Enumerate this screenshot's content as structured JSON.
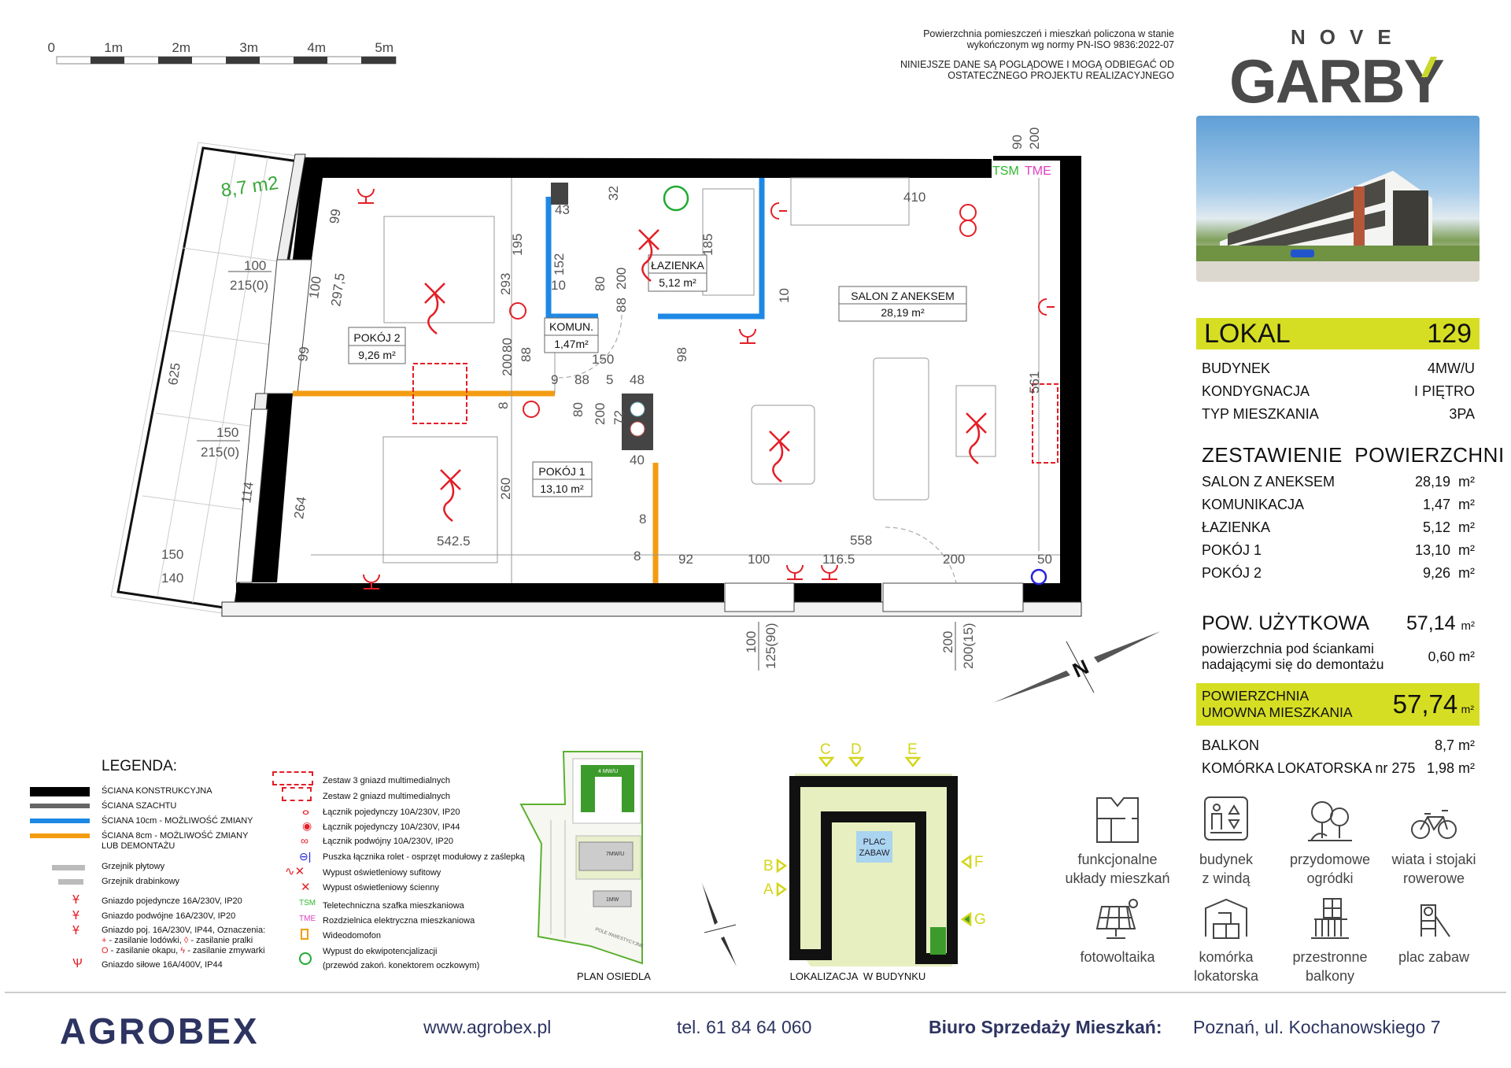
{
  "scale_bar": {
    "labels": [
      "0",
      "1m",
      "2m",
      "3m",
      "4m",
      "5m"
    ]
  },
  "notes": {
    "line1": "Powierzchnia pomieszczeń i mieszkań policzona w stanie",
    "line2": "wykończonym wg normy PN-ISO 9836:2022-07",
    "line3": "NINIEJSZE DANE SĄ POGLĄDOWE I MOGĄ ODBIEGAĆ OD",
    "line4": "OSTATECZNEGO PROJEKTU REALIZACYJNEGO"
  },
  "logo": {
    "top": "NOVE",
    "main": "GARBY",
    "accent_color": "#8cc63f"
  },
  "colors": {
    "accent_yellow": "#d6de23",
    "wall": "#000000",
    "wall_10cm": "#1e88e5",
    "wall_8cm": "#f39c12",
    "electric": "#e41e26",
    "tsm": "#2eb82e",
    "tme": "#e040c0",
    "brand_navy": "#2d3461"
  },
  "unit": {
    "title": "LOKAL",
    "number": "129",
    "info": [
      {
        "label": "BUDYNEK",
        "value": "4MW/U"
      },
      {
        "label": "KONDYGNACJA",
        "value": "I PIĘTRO"
      },
      {
        "label": "TYP MIESZKANIA",
        "value": "3PA"
      }
    ],
    "areas_title": "ZESTAWIENIE  POWIERZCHNI",
    "areas": [
      {
        "label": "SALON Z ANEKSEM",
        "value": "28,19",
        "unit": "m²"
      },
      {
        "label": "KOMUNIKACJA",
        "value": "1,47",
        "unit": "m²"
      },
      {
        "label": "ŁAZIENKA",
        "value": "5,12",
        "unit": "m²"
      },
      {
        "label": "POKÓJ 1",
        "value": "13,10",
        "unit": "m²"
      },
      {
        "label": "POKÓJ 2",
        "value": "9,26",
        "unit": "m²"
      }
    ],
    "usable_label": "POW. UŻYTKOWA",
    "usable_value": "57,14",
    "usable_unit": "m²",
    "demount_label_1": "powierzchnia pod ściankami",
    "demount_label_2": "nadającymi się do demontażu",
    "demount_value": "0,60 m²",
    "contract_label_1": "POWIERZCHNIA",
    "contract_label_2": "UMOWNA MIESZKANIA",
    "contract_value": "57,74",
    "contract_unit": "m²",
    "extras": [
      {
        "label": "BALKON",
        "value": "8,7 m²"
      },
      {
        "label": "KOMÓRKA LOKATORSKA nr 275",
        "value": "1,98 m²"
      }
    ]
  },
  "plan": {
    "rooms": [
      {
        "name": "POKÓJ 2",
        "area": "9,26 m²"
      },
      {
        "name": "ŁAZIENKA",
        "area": "5,12 m²"
      },
      {
        "name": "KOMUN.",
        "area": "1,47m²"
      },
      {
        "name": "SALON Z ANEKSEM",
        "area": "28,19 m²"
      },
      {
        "name": "POKÓJ 1",
        "area": "13,10 m²"
      }
    ],
    "balcony_area": "8,7 m2",
    "tsm": "TSM",
    "tme": "TME",
    "north": "N",
    "dims": [
      "100",
      "215(0)",
      "150",
      "215(0)",
      "625",
      "150",
      "140",
      "99",
      "100",
      "297,5",
      "99",
      "264",
      "114",
      "542.5",
      "260",
      "293",
      "195",
      "152",
      "80",
      "200",
      "88",
      "10",
      "32",
      "43",
      "185",
      "410",
      "90",
      "200",
      "561",
      "558",
      "100",
      "116.5",
      "200",
      "50",
      "92",
      "100",
      "125(90)",
      "200",
      "200(15)",
      "80",
      "200",
      "72",
      "40",
      "8",
      "9",
      "88",
      "5",
      "48",
      "150",
      "98",
      "80",
      "200",
      "88",
      "10",
      "8",
      "8"
    ]
  },
  "legend": {
    "title": "LEGENDA:",
    "walls": [
      "ŚCIANA KONSTRUKCYJNA",
      "ŚCIANA SZACHTU",
      "ŚCIANA 10cm - MOŻLIWOŚĆ ZMIANY",
      "ŚCIANA 8cm - MOŻLIWOŚĆ ZMIANY",
      "LUB DEMONTAŻU"
    ],
    "radiators": [
      "Grzejnik płytowy",
      "Grzejnik drabinkowy"
    ],
    "sockets": [
      "Gniazdo pojedyncze 16A/230V, IP20",
      "Gniazdo podwójne 16A/230V, IP20",
      "Gniazdo poj. 16A/230V, IP44, Oznaczenia:",
      "- zasilanie lodówki,",
      "- zasilanie pralki",
      "- zasilanie okapu,",
      "- zasilanie zmywarki",
      "Gniazdo siłowe 16A/400V, IP44"
    ],
    "right": [
      "Zestaw 3 gniazd multimedialnych",
      "Zestaw 2 gniazd multimedialnych",
      "Łącznik pojedynczy 10A/230V, IP20",
      "Łącznik pojedynczy 10A/230V, IP44",
      "Łącznik podwójny 10A/230V, IP20",
      "Puszka łącznika rolet - osprzęt modułowy z zaślepką",
      "Wypust oświetleniowy sufitowy",
      "Wypust oświetleniowy ścienny",
      "Teletechniczna szafka mieszkaniowa",
      "Rozdzielnica elektryczna mieszkaniowa",
      "Wideodomofon",
      "Wypust do ekwipotencjalizacji",
      "(przewód zakoń. konektorem oczkowym)"
    ],
    "tsm": "TSM",
    "tme": "TME"
  },
  "site_plan": {
    "label": "PLAN OSIEDLA",
    "buildings": [
      "4 MW/U",
      "7MW/U",
      "1MW"
    ],
    "field": "POLE INWESTYCYJNE"
  },
  "location": {
    "label": "LOKALIZACJA  W BUDYNKU",
    "playground_1": "PLAC",
    "playground_2": "ZABAW",
    "entrances": [
      "C",
      "D",
      "E",
      "B",
      "A",
      "F",
      "G"
    ]
  },
  "amenities": [
    {
      "l1": "funkcjonalne",
      "l2": "układy mieszkań"
    },
    {
      "l1": "budynek",
      "l2": "z windą"
    },
    {
      "l1": "przydomowe",
      "l2": "ogródki"
    },
    {
      "l1": "wiata i stojaki",
      "l2": "rowerowe"
    },
    {
      "l1": "fotowoltaika",
      "l2": ""
    },
    {
      "l1": "komórka",
      "l2": "lokatorska"
    },
    {
      "l1": "przestronne",
      "l2": "balkony"
    },
    {
      "l1": "plac zabaw",
      "l2": ""
    }
  ],
  "footer": {
    "brand": "AGROBEX",
    "website": "www.agrobex.pl",
    "phone": "tel. 61 84 64 060",
    "office_label": "Biuro Sprzedaży Mieszkań:",
    "office_address": "Poznań, ul. Kochanowskiego 7"
  }
}
